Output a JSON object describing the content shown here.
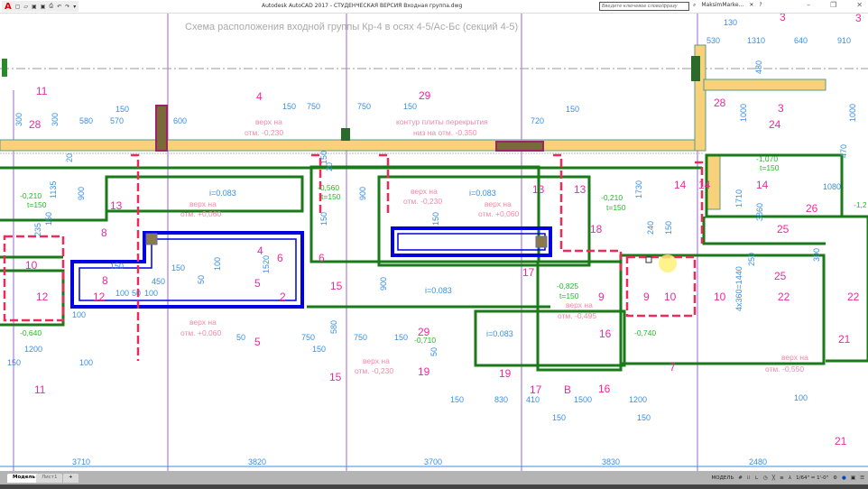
{
  "app": {
    "title": "Autodesk AutoCAD 2017 - СТУДЕНЧЕСКАЯ ВЕРСИЯ    Входная группа.dwg",
    "search_placeholder": "Введите ключевое слово/фразу",
    "user": "MaksimMarke...",
    "help": "?"
  },
  "drawing": {
    "title": "Схема расположения входной группы Кр-4 в осях 4-5/Ас-Бс (секций 4-5)",
    "axis_dims": [
      "3710",
      "3820",
      "3700",
      "3830",
      "2480"
    ],
    "dims": [
      "150",
      "750",
      "750",
      "150",
      "600",
      "720",
      "150",
      "530",
      "1310",
      "640",
      "910",
      "130",
      "580",
      "570",
      "150",
      "300",
      "300",
      "1135",
      "900",
      "150",
      "235",
      "20",
      "150",
      "900",
      "150",
      "1520",
      "100",
      "50",
      "150",
      "100",
      "50",
      "100",
      "450",
      "100",
      "150",
      "50",
      "750",
      "750",
      "150",
      "150",
      "1200",
      "150",
      "100",
      "50",
      "150",
      "830",
      "410",
      "1500",
      "1200",
      "150",
      "150",
      "1730",
      "240",
      "150",
      "1710",
      "3860",
      "4x360=1440",
      "250",
      "1080",
      "100",
      "390",
      "1000",
      "1000",
      "470",
      "480",
      "150",
      "900",
      "580",
      "20"
    ],
    "labels_pink": [
      "верх на",
      "отм. -0,230",
      "верх на",
      "отм. +0,060",
      "верх на",
      "отм. -0,230",
      "верх на",
      "отм. +0,060",
      "верх на",
      "отм. +0,060",
      "верх на",
      "отм. -0,230",
      "верх на",
      "отм. -0,495",
      "верх на",
      "отм. -0,550",
      "контур плиты перекрытия",
      "низ на отм. -0.350"
    ],
    "slopes": [
      "i=0.083",
      "i=0.083",
      "i=0.083",
      "i=0.083"
    ],
    "levels": [
      "-0,210",
      "t=150",
      "-0,560",
      "t=150",
      "-0,210",
      "t=150",
      "-0,825",
      "t=150",
      "-0,640",
      "-0,710",
      "-0,740",
      "-1,070",
      "t=150",
      "-1,2"
    ],
    "sections": [
      "4",
      "29",
      "11",
      "28",
      "3",
      "28",
      "24",
      "3",
      "26",
      "13",
      "13",
      "13",
      "14",
      "14",
      "8",
      "10",
      "12",
      "8",
      "12",
      "4",
      "6",
      "2",
      "5",
      "5",
      "6",
      "15",
      "15",
      "17",
      "18",
      "9",
      "9",
      "10",
      "10",
      "16",
      "16",
      "17",
      "29",
      "19",
      "19",
      "B",
      "7",
      "22",
      "22",
      "25",
      "21",
      "21",
      "11",
      "3",
      "14",
      "25"
    ]
  },
  "tabs": {
    "model": "Модель",
    "sheet1": "Лист1",
    "add": "+"
  },
  "status": {
    "mode": "МОДЕЛЬ",
    "scale": "1/64\" = 1'-0\""
  },
  "colors": {
    "dim": "#3a8fe0",
    "section": "#ee2a9e",
    "note": "#f08aa8",
    "wall": "#1a7a1a",
    "beam": "#0000e0",
    "slab": "#f7d27a",
    "axis": "#9a6ad6"
  }
}
